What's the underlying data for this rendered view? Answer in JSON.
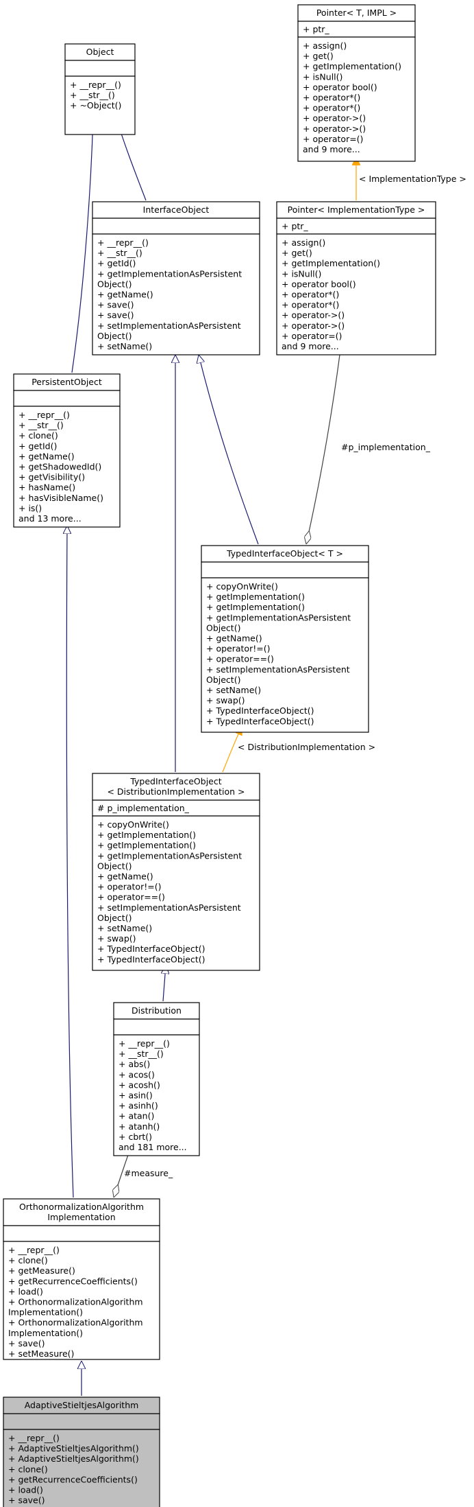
{
  "colors": {
    "inherit": "#191970",
    "usage": "#404040",
    "template": "#ffa500",
    "box_fill": "#ffffff",
    "highlight_fill": "#bfbfbf",
    "stroke": "#000000"
  },
  "nodes": {
    "object": {
      "title": [
        "Object"
      ],
      "attributes": [],
      "methods": [
        "+ __repr__()",
        "+ __str__()",
        "+ ~Object()"
      ]
    },
    "pointer_t_impl": {
      "title": [
        "Pointer< T, IMPL >"
      ],
      "attributes": [
        "+ ptr_"
      ],
      "methods": [
        "+ assign()",
        "+ get()",
        "+ getImplementation()",
        "+ isNull()",
        "+ operator bool()",
        "+ operator*()",
        "+ operator*()",
        "+ operator->()",
        "+ operator->()",
        "+ operator=()",
        "and 9 more..."
      ]
    },
    "interface_object": {
      "title": [
        "InterfaceObject"
      ],
      "attributes": [],
      "methods": [
        "+ __repr__()",
        "+ __str__()",
        "+ getId()",
        "+ getImplementationAsPersistent",
        "Object()",
        "+ getName()",
        "+ save()",
        "+ save()",
        "+ setImplementationAsPersistent",
        "Object()",
        "+ setName()"
      ]
    },
    "pointer_impl_type": {
      "title": [
        "Pointer< ImplementationType >"
      ],
      "attributes": [
        "+ ptr_"
      ],
      "methods": [
        "+ assign()",
        "+ get()",
        "+ getImplementation()",
        "+ isNull()",
        "+ operator bool()",
        "+ operator*()",
        "+ operator*()",
        "+ operator->()",
        "+ operator->()",
        "+ operator=()",
        "and 9 more..."
      ]
    },
    "persistent_object": {
      "title": [
        "PersistentObject"
      ],
      "attributes": [],
      "methods": [
        "+ __repr__()",
        "+ __str__()",
        "+ clone()",
        "+ getId()",
        "+ getName()",
        "+ getShadowedId()",
        "+ getVisibility()",
        "+ hasName()",
        "+ hasVisibleName()",
        "+ is()",
        "and 13 more..."
      ]
    },
    "typed_interface_object_t": {
      "title": [
        "TypedInterfaceObject< T >"
      ],
      "attributes": [],
      "methods": [
        "+ copyOnWrite()",
        "+ getImplementation()",
        "+ getImplementation()",
        "+ getImplementationAsPersistent",
        "Object()",
        "+ getName()",
        "+ operator!=()",
        "+ operator==()",
        "+ setImplementationAsPersistent",
        "Object()",
        "+ setName()",
        "+ swap()",
        "+ TypedInterfaceObject()",
        "+ TypedInterfaceObject()"
      ]
    },
    "typed_interface_object_dist": {
      "title": [
        "TypedInterfaceObject",
        "< DistributionImplementation >"
      ],
      "attributes": [
        "# p_implementation_"
      ],
      "methods": [
        "+ copyOnWrite()",
        "+ getImplementation()",
        "+ getImplementation()",
        "+ getImplementationAsPersistent",
        "Object()",
        "+ getName()",
        "+ operator!=()",
        "+ operator==()",
        "+ setImplementationAsPersistent",
        "Object()",
        "+ setName()",
        "+ swap()",
        "+ TypedInterfaceObject()",
        "+ TypedInterfaceObject()"
      ]
    },
    "distribution": {
      "title": [
        "Distribution"
      ],
      "attributes": [],
      "methods": [
        "+ __repr__()",
        "+ __str__()",
        "+ abs()",
        "+ acos()",
        "+ acosh()",
        "+ asin()",
        "+ asinh()",
        "+ atan()",
        "+ atanh()",
        "+ cbrt()",
        "and 181 more..."
      ]
    },
    "ortho_impl": {
      "title": [
        "OrthonormalizationAlgorithm",
        "Implementation"
      ],
      "attributes": [],
      "methods": [
        "+ __repr__()",
        "+ clone()",
        "+ getMeasure()",
        "+ getRecurrenceCoefficients()",
        "+ load()",
        "+ OrthonormalizationAlgorithm",
        "Implementation()",
        "+ OrthonormalizationAlgorithm",
        "Implementation()",
        "+ save()",
        "+ setMeasure()"
      ]
    },
    "adaptive": {
      "title": [
        "AdaptiveStieltjesAlgorithm"
      ],
      "attributes": [],
      "methods": [
        "+ __repr__()",
        "+ AdaptiveStieltjesAlgorithm()",
        "+ AdaptiveStieltjesAlgorithm()",
        "+ clone()",
        "+ getRecurrenceCoefficients()",
        "+ load()",
        "+ save()"
      ]
    }
  },
  "edge_labels": {
    "impl_type": "< ImplementationType >",
    "p_implementation": "#p_implementation_",
    "dist_impl": "< DistributionImplementation >",
    "measure": "#measure_"
  }
}
